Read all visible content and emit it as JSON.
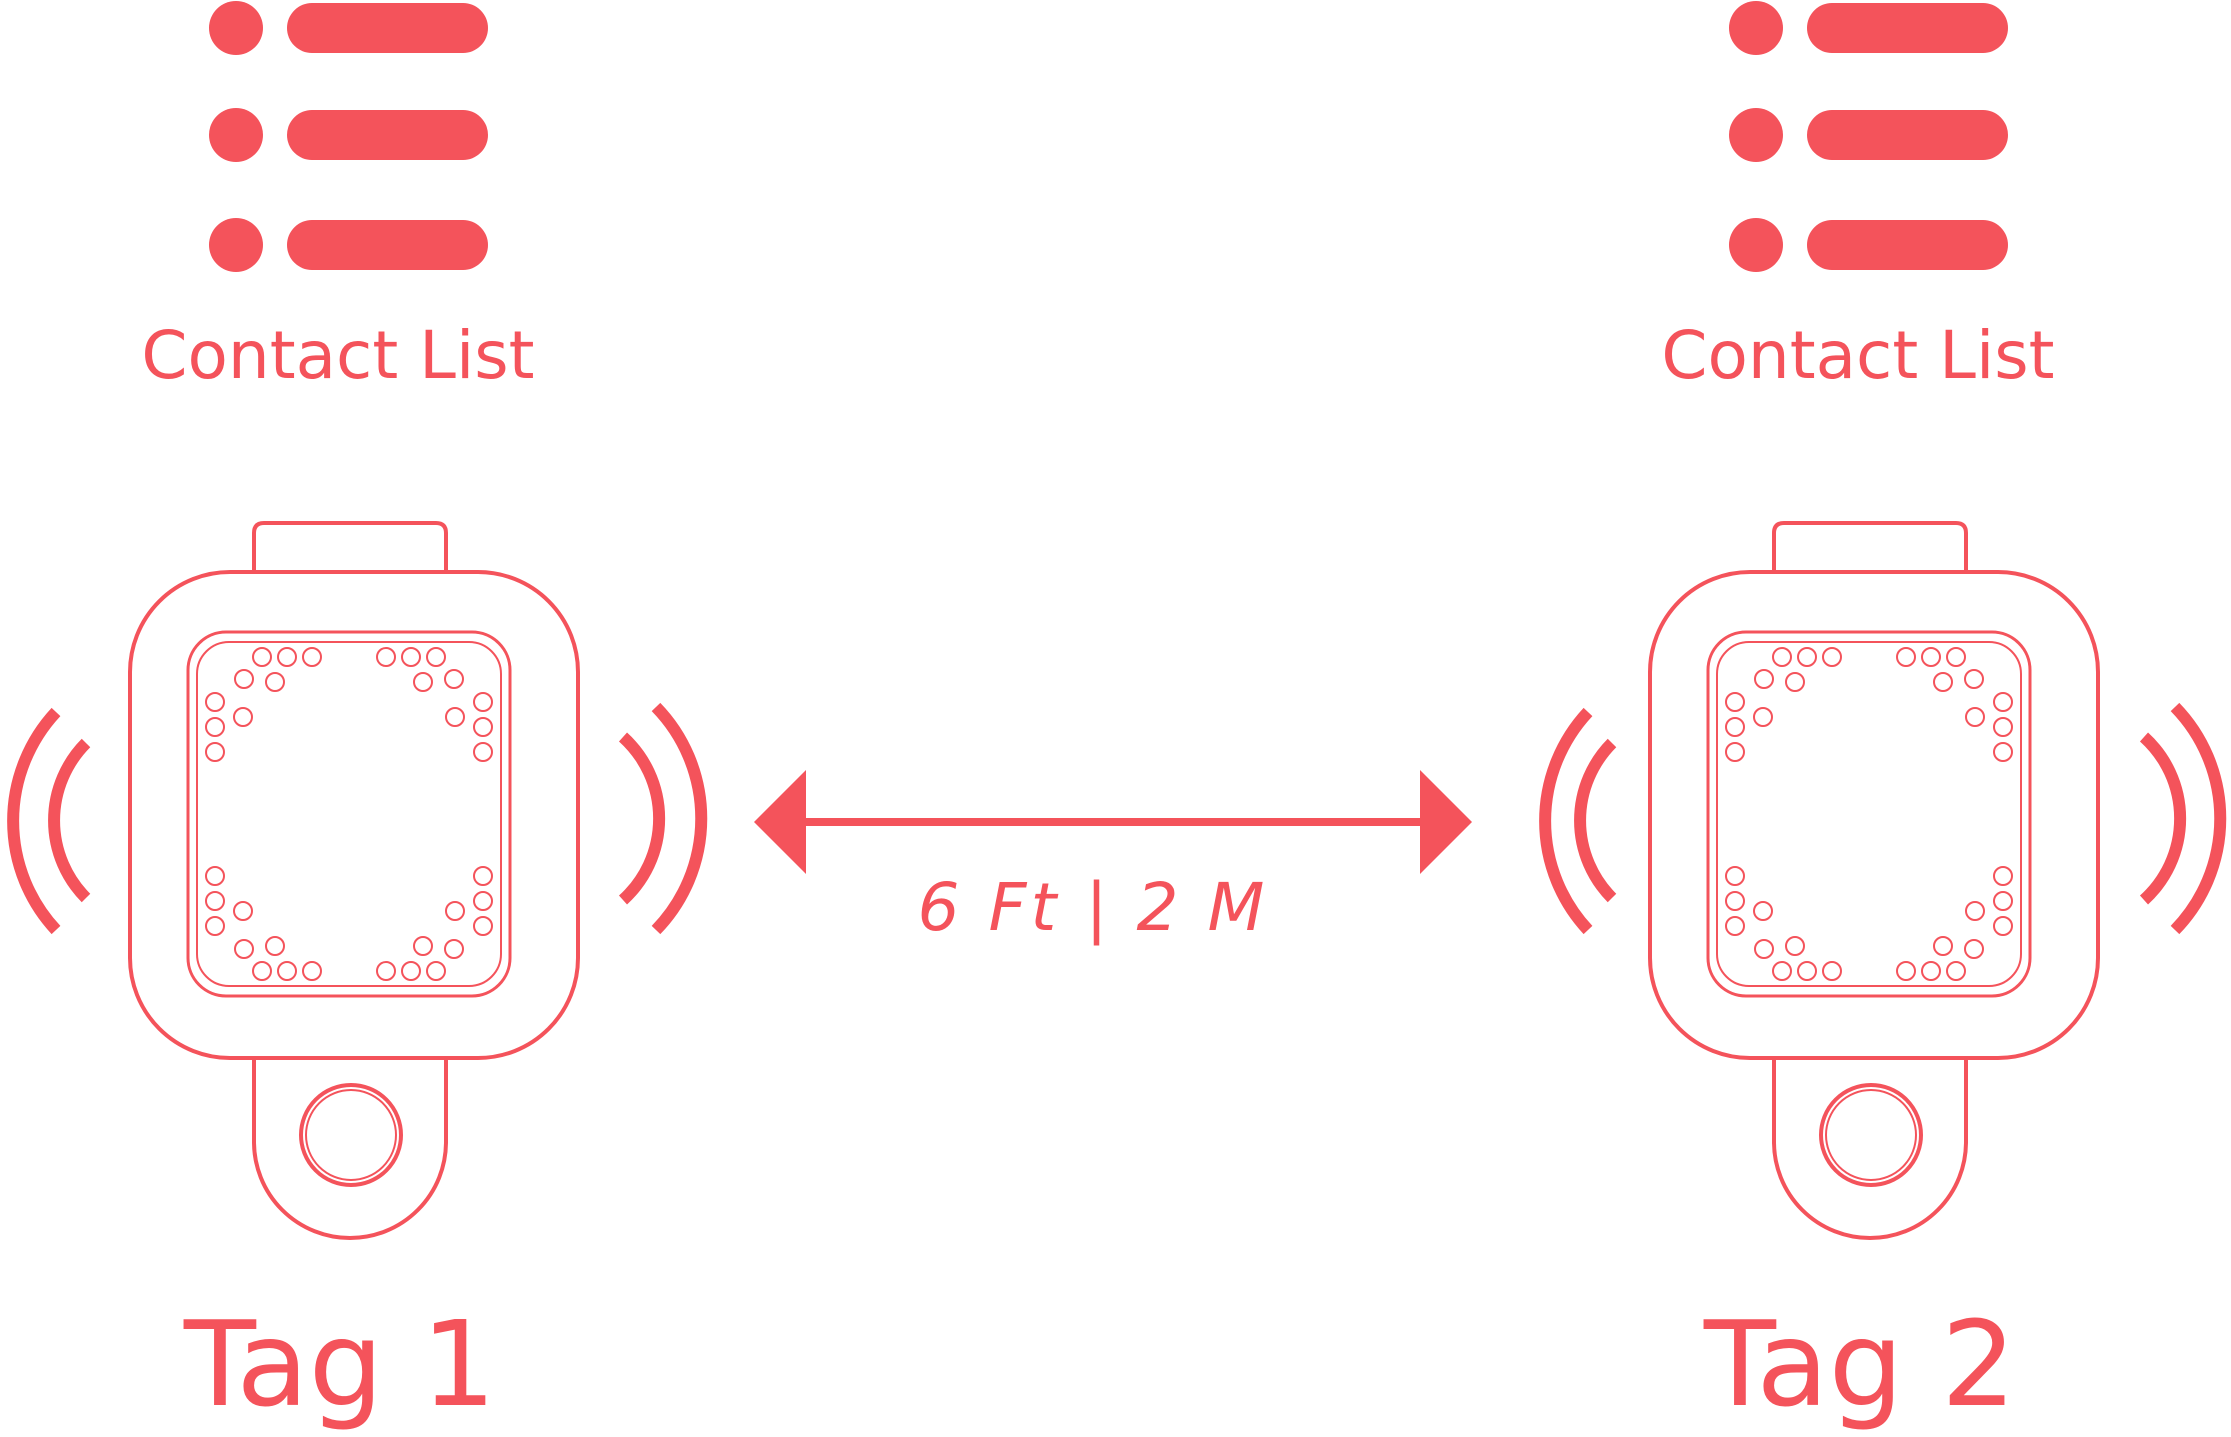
{
  "colors": {
    "accent": "#F4535B",
    "background": "#FFFFFF"
  },
  "left": {
    "list_icon": "contact-list-icon",
    "list_label": "Contact List",
    "device_icon": "wearable-tag-icon",
    "tag_label": "Tag 1"
  },
  "right": {
    "list_icon": "contact-list-icon",
    "list_label": "Contact List",
    "device_icon": "wearable-tag-icon",
    "tag_label": "Tag 2"
  },
  "distance": {
    "label": "6 Ft | 2 M",
    "icon": "double-headed-arrow-icon"
  },
  "signal_icon": "signal-waves-icon"
}
